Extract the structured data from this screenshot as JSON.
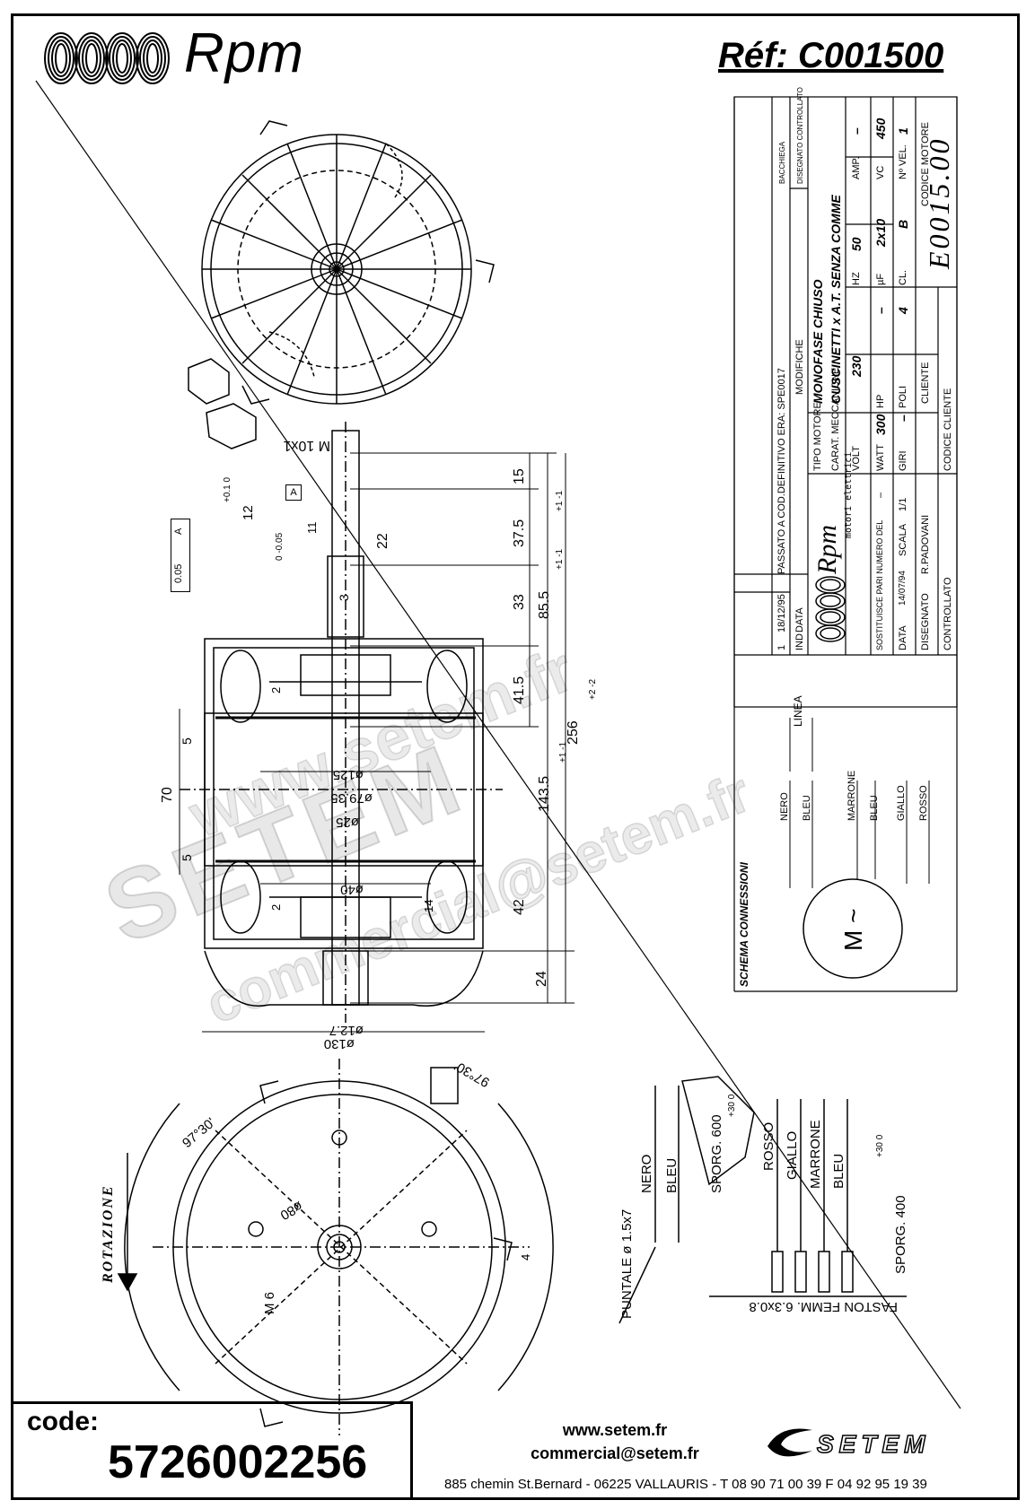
{
  "header": {
    "brand": "Rpm",
    "reference": "Réf:  C001500"
  },
  "title_block": {
    "motor_type_label": "TIPO MOTORE",
    "motor_type": "MONOFASE CHIUSO",
    "mech_label": "CARAT. MECCANICHE",
    "mech_value": "CUSCINETTI x A.T.   SENZA COMME",
    "volt_label": "VOLT",
    "volt": "230",
    "hz_label": "HZ",
    "hz": "50",
    "amp_label": "AMP.",
    "amp": "–",
    "watt_label": "WATT",
    "watt": "300",
    "hp_label": "HP",
    "hp": "–",
    "uf_label": "µF",
    "uf": "2x10",
    "vc_label": "VC",
    "vc": "450",
    "giri_label": "GIRI",
    "giri": "–",
    "poli_label": "POLI",
    "poli": "4",
    "cl_label": "CL.",
    "cl": "B",
    "vel_label": "Nº VEL.",
    "vel": "1",
    "codice_motore_label": "CODICE MOTORE",
    "codice_motore": "E0015.00",
    "cliente_label": "CLIENTE",
    "codice_cliente_label": "CODICE CLIENTE",
    "modifiche_label": "MODIFICHE",
    "mod_note": "PASSATO A COD.DEFINITIVO ERA: SPE0017",
    "mod_date": "18/12/95",
    "mod_ind": "1",
    "ind_label": "IND",
    "data_label": "DATA",
    "bacchiega": "BACCHIEGA",
    "disegnato_controllato": "DISEGNATO  CONTROLLATO",
    "company_name": "Rpm",
    "company_sub": "motori elettrici",
    "sostituisce_label": "SOSTITUISCE PARI NUMERO DEL",
    "sostituisce": "–",
    "data_row_label": "DATA",
    "data_row": "14/07/94",
    "scala_label": "SCALA",
    "scala": "1/1",
    "disegnato_label": "DISEGNATO",
    "disegnato": "R.PADOVANI",
    "controllato_label": "CONTROLLATO"
  },
  "schema": {
    "title": "SCHEMA CONNESSIONI",
    "linea": "LINEA",
    "wires": [
      "NERO",
      "BLEU",
      "MARRONE",
      "BLEU",
      "GIALLO",
      "ROSSO"
    ],
    "motor_symbol": "M ~"
  },
  "dimensions": {
    "m10": "M 10x1",
    "d15": "15",
    "d37": "37.5",
    "tol37": "+1 -1",
    "d85": "85.5",
    "tol85": "+1 -1",
    "d22": "22",
    "d33": "33",
    "d41": "41.5",
    "d256": "256",
    "tol256": "+2 -2",
    "d143": "143.5",
    "tol143": "+1 -1",
    "d42": "42",
    "d24": "24",
    "d70": "70",
    "d5a": "5",
    "d5b": "5",
    "o125": "ø125",
    "o79": "ø79.35",
    "o25": "ø25",
    "o40": "ø40",
    "o127": "ø12.7",
    "o130": "ø130",
    "o80": "ø80",
    "a97a": "97°30'",
    "a97b": "97°30'",
    "m6": "M 6",
    "d12": "12",
    "tol_shaft": "+0.1 0",
    "tol_box": "0.05",
    "datum": "A",
    "d3": "3",
    "d2a": "2",
    "d2b": "2",
    "d14": "14",
    "d4": "4",
    "d11": "11",
    "tol_small": "0 -0.05"
  },
  "rotation_label": "ROTAZIONE",
  "wiring_detail": {
    "left_wires": [
      "NERO",
      "BLEU"
    ],
    "sporg_left": "SPORG. 600",
    "sporg_left_tol": "+30 0",
    "right_wires": [
      "ROSSO",
      "GIALLO",
      "MARRONE",
      "BLEU"
    ],
    "sporg_right": "SPORG. 400",
    "sporg_right_tol": "+30 0",
    "puntale": "PUNTALE ø 1.5x7",
    "faston": "FASTON FEMM. 6.3x0.8"
  },
  "watermarks": {
    "w1": "SETEM",
    "w2": "www.setem.fr",
    "w3": "commercial@setem.fr"
  },
  "footer": {
    "code_label": "code:",
    "code_value": "5726002256",
    "website": "www.setem.fr",
    "email": "commercial@setem.fr",
    "address": "885 chemin St.Bernard  -  06225 VALLAURIS  -  T 08 90 71 00 39   F 04 92 95 19 39",
    "brand": "SETEM"
  }
}
